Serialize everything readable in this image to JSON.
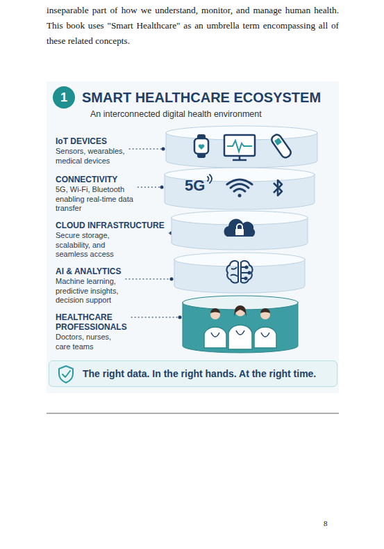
{
  "diagram": {
    "title": "SMART HEALTHCARE ECOSYSTEM",
    "nodes": [
      {
        "text": [
          "1"
        ]
      },
      {
        "text": [
          "IoT DEVICES",
          "Sensors, wearables, medical devices"
        ]
      },
      {
        "text": [
          "CONNECTIVITY",
          "5G, Wi-Fi, Bluetooth enabling real-time data transfer",
          "5G"
        ]
      },
      {
        "text": [
          "CLOUD INFRASTRUCTURE",
          "Secure storage, scalability, and seamless access"
        ]
      },
      {
        "text": [
          "AI & ANALYTICS",
          "Machine learning, predictive insights, decision support"
        ]
      },
      {
        "text": [
          "HEALTHCARE PROFESSIONALS",
          "Doctors, nurses, care teams"
        ]
      },
      {
        "text": [
          "The right data. In the right hands. At the right time."
        ]
      }
    ],
    "labels": [
      "inseparable part of how we understand, monitor, and manage human health. This book uses \"Smart Healthcare\" as an umbrella term encompassing all of these related concepts.",
      "An interconnected digital health environment",
      "8"
    ]
  }
}
